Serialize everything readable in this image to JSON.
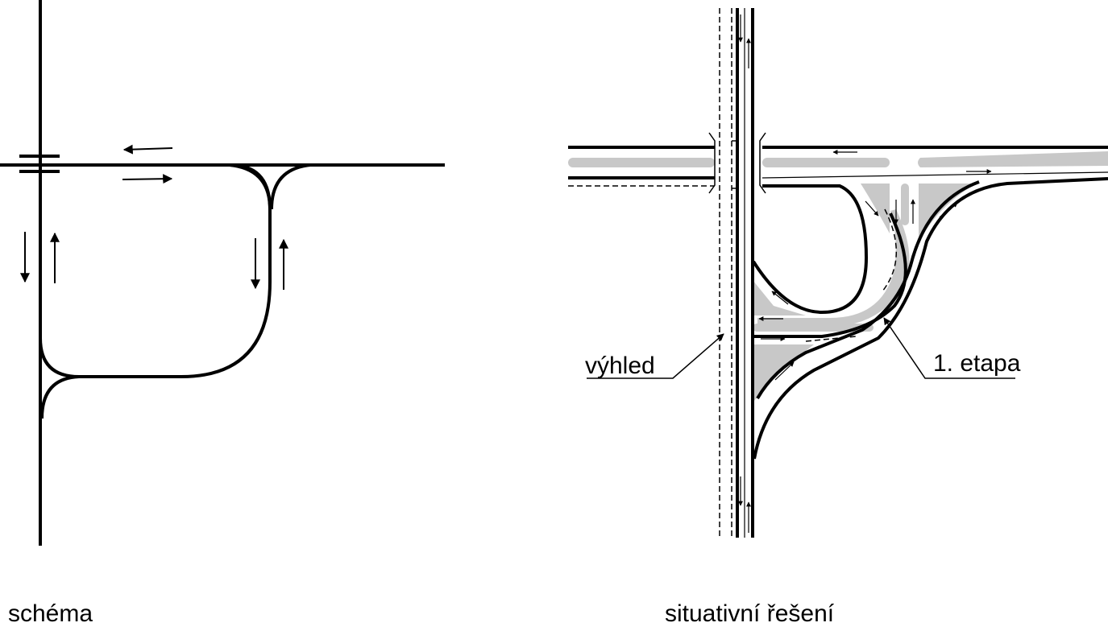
{
  "captions": {
    "left": "schéma",
    "right": "situativní řešení"
  },
  "labels": {
    "future": "výhled",
    "stage1": "1. etapa"
  },
  "colors": {
    "line": "#000000",
    "island": "#c8c8c8",
    "background": "#ffffff"
  }
}
